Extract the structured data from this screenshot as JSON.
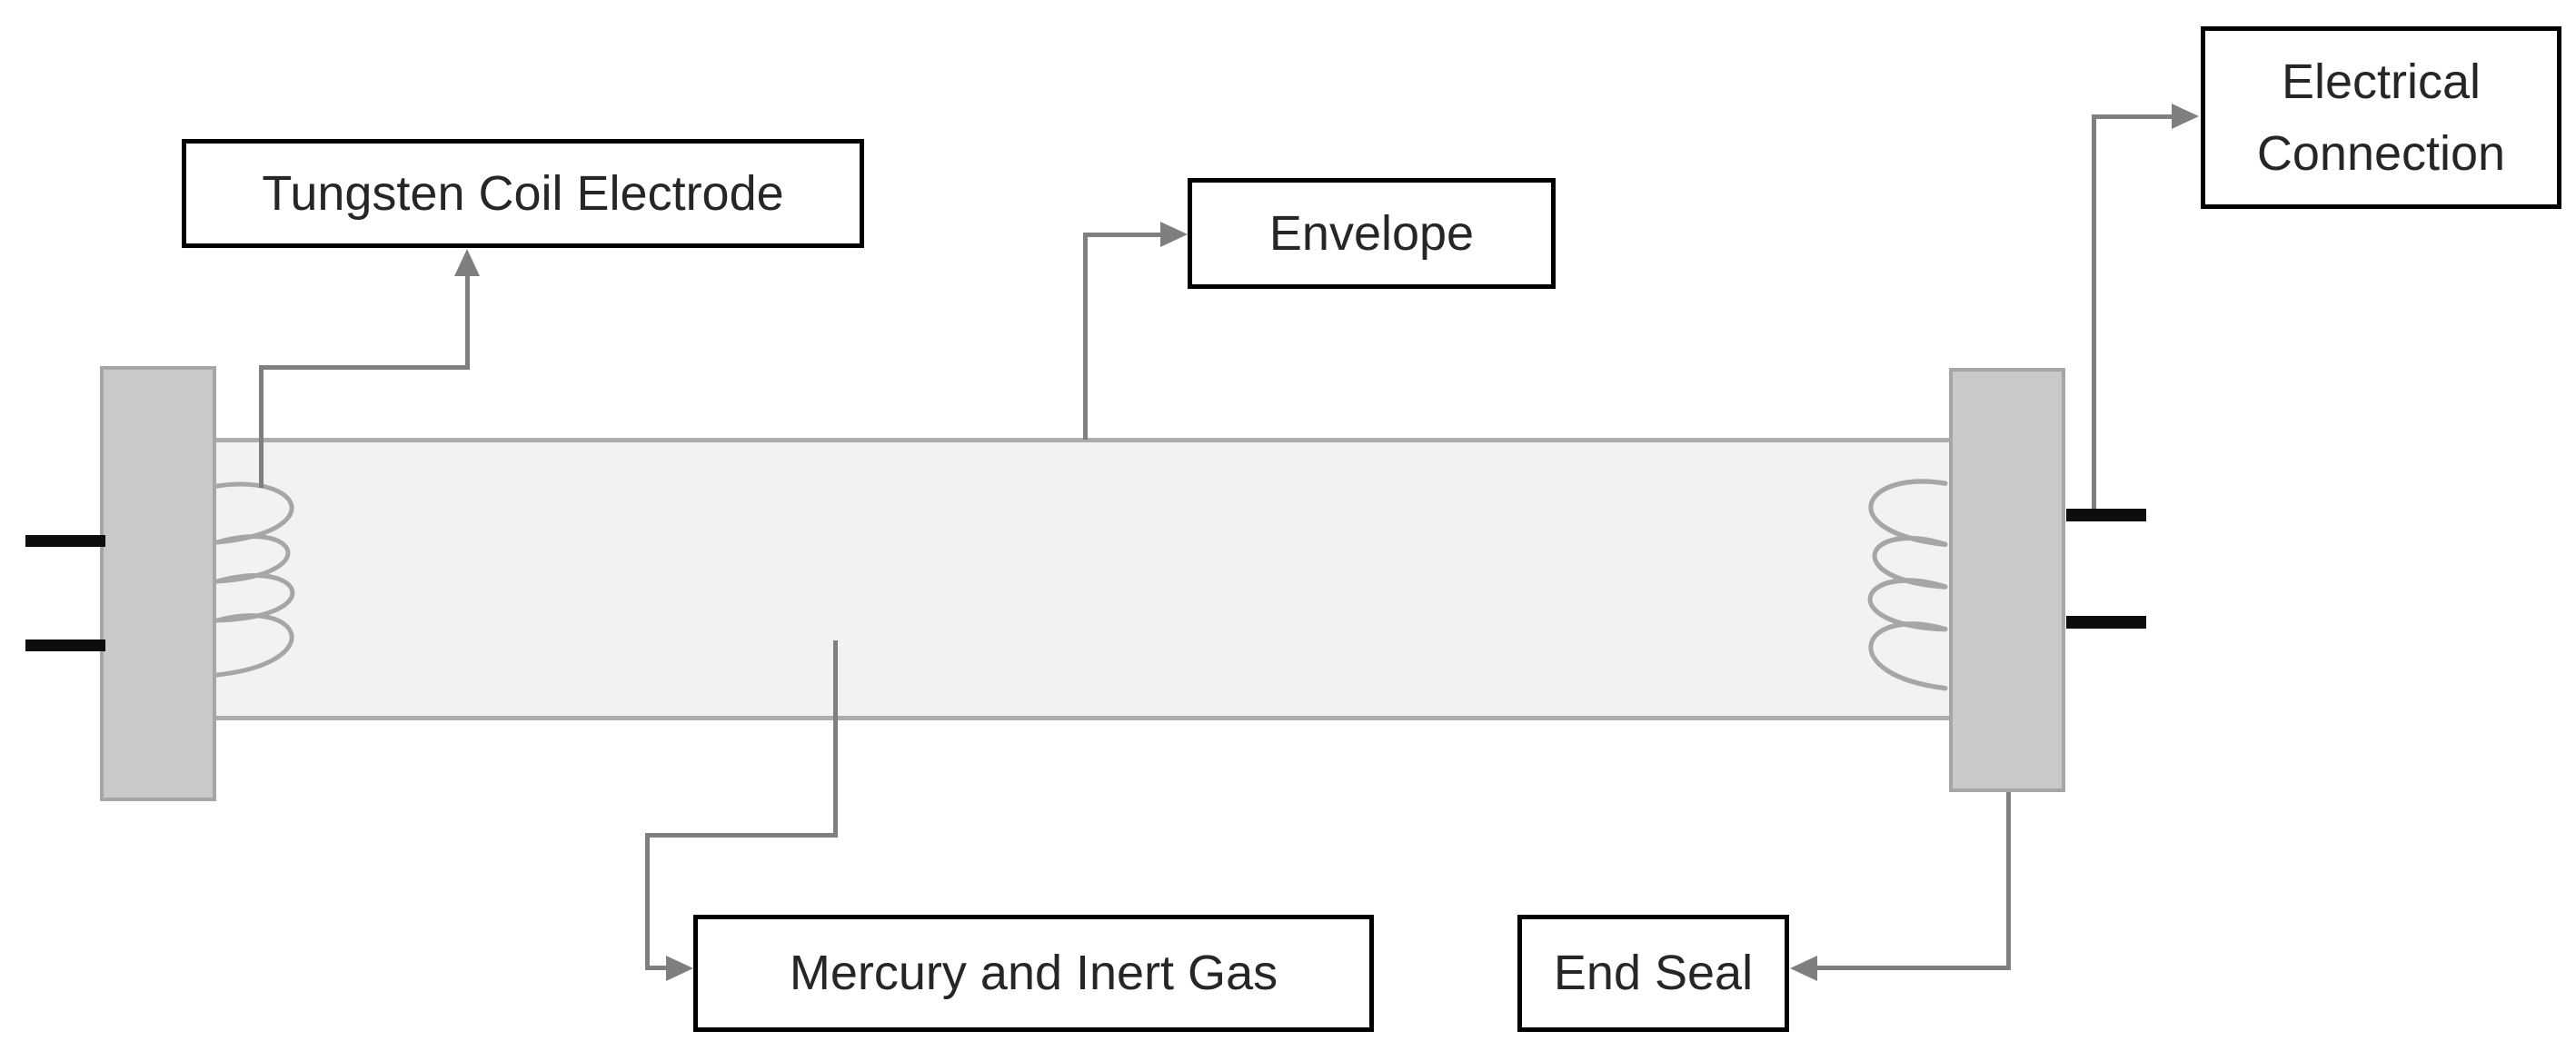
{
  "diagram": {
    "labels": {
      "tungsten_coil_electrode": "Tungsten Coil Electrode",
      "envelope": "Envelope",
      "electrical_connection": "Electrical Connection",
      "mercury_and_inert_gas": "Mercury and Inert Gas",
      "end_seal": "End Seal"
    },
    "colors": {
      "background": "#ffffff",
      "label_box_border": "#000000",
      "label_box_fill": "#ffffff",
      "label_text": "#262626",
      "end_cap_fill": "#c9c9c9",
      "end_cap_border": "#a6a6a6",
      "tube_fill": "#f2f2f2",
      "tube_border": "#acacac",
      "coil_stroke": "#a6a6a6",
      "connector_line": "#7f7f7f",
      "pin": "#0d0d0d"
    }
  }
}
